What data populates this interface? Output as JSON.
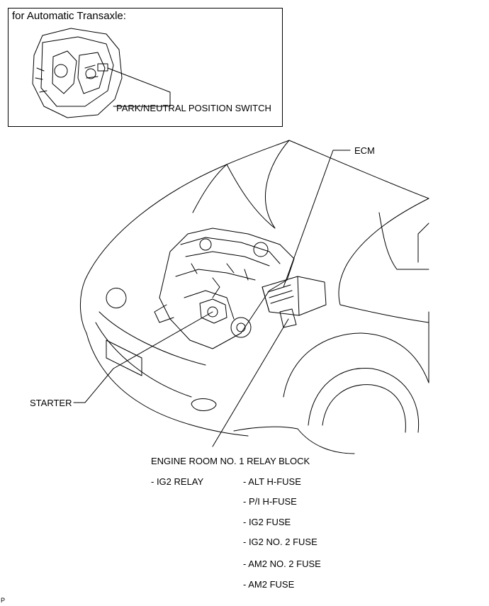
{
  "inset": {
    "title": "for Automatic Transaxle:",
    "switch_label": "PARK/NEUTRAL POSITION SWITCH"
  },
  "labels": {
    "ecm": "ECM",
    "starter": "STARTER",
    "relay_block": "ENGINE ROOM NO. 1 RELAY BLOCK",
    "ig2_relay": "- IG2 RELAY"
  },
  "fuses": [
    "- ALT H-FUSE",
    "- P/I H-FUSE",
    "- IG2 FUSE",
    "- IG2 NO. 2 FUSE",
    "- AM2 NO. 2 FUSE",
    "- AM2 FUSE"
  ],
  "figure_code": "P",
  "icons": [
    "transaxle-drawing",
    "vehicle-front-drawing",
    "engine-drawing",
    "ecm-drawing",
    "relay-block-drawing",
    "starter-drawing"
  ]
}
